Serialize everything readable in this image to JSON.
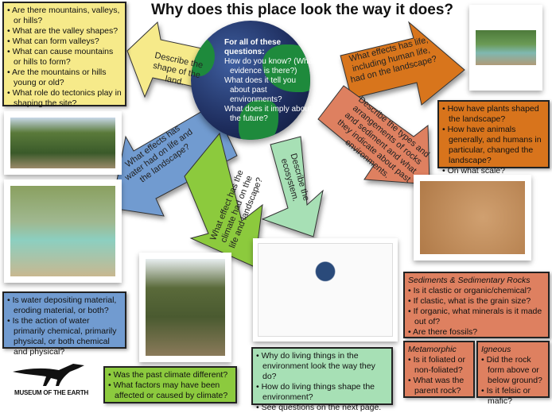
{
  "title": "Why does this place look the way it does?",
  "globe": {
    "heading": "For all of these questions:",
    "items": [
      "How do you know? (What evidence is there?)",
      "What does it tell you about past environments?",
      "What does it imply about the future?"
    ]
  },
  "arrows": {
    "land": "Describe the shape of the land.",
    "life": "What effects has life, including human life, had on the landscape?",
    "rocks": "Describe the types and arrangements of rocks and sediment and what they indicate about past environments.",
    "water": "What effects has water had on life and the landscape?",
    "climate": "What effect has the climate had on the life and landscape?",
    "ecosystem": "Describe the ecosystem."
  },
  "boxes": {
    "land": [
      "Are there mountains, valleys, or hills?",
      "What are the valley shapes?",
      "What can form valleys?",
      "What can cause mountains or hills to form?",
      "Are the mountains or hills young or old?",
      "What role do tectonics play in shaping the site?"
    ],
    "life": [
      "How have plants shaped the landscape?",
      "How have animals generally, and humans in particular, changed the landscape?",
      "On what scale?"
    ],
    "sedimentary": {
      "heading": "Sediments & Sedimentary Rocks",
      "items": [
        "Is it clastic or organic/chemical?",
        "If clastic, what is the grain size?",
        "If organic, what minerals is it made out of?",
        "Are there fossils?"
      ]
    },
    "metamorphic": {
      "heading": "Metamorphic",
      "items": [
        "Is it foliated or non-foliated?",
        "What was the parent rock?"
      ]
    },
    "igneous": {
      "heading": "Igneous",
      "items": [
        "Did the rock form above or below ground?",
        "Is it felsic or mafic?"
      ]
    },
    "water": [
      "Is water depositing material, eroding material, or both?",
      "Is the action of water primarily chemical, primarily physical, or both chemical and physical?"
    ],
    "climate": [
      "Was the past climate different?",
      "What factors may have been affected or caused by climate?"
    ],
    "ecosystem": [
      "Why do living things in the environment look the way they do?",
      "How do living things shape the environment?",
      "See questions on the next page."
    ]
  },
  "logo": {
    "text": "MUSEUM OF THE EARTH"
  },
  "colors": {
    "yellow": "#f6ea8a",
    "orange": "#d8741c",
    "salmon": "#de8060",
    "blue": "#719bd0",
    "lime": "#8cca3e",
    "mint": "#a7e0b5"
  }
}
